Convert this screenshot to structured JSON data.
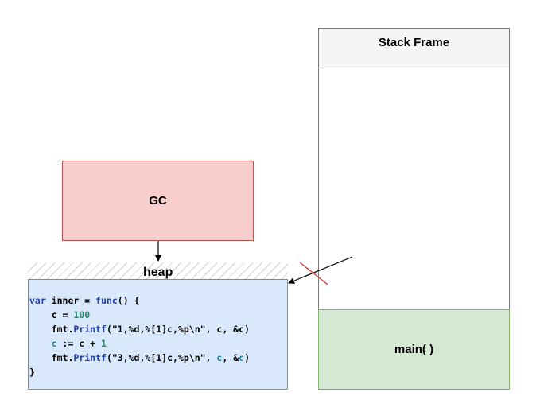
{
  "stack_frame": {
    "title": "Stack Frame"
  },
  "main_box": {
    "label": "main( )"
  },
  "gc_box": {
    "label": "GC"
  },
  "heap": {
    "label": "heap"
  },
  "code": {
    "lines": [
      [
        {
          "t": "var",
          "c": "kw"
        },
        {
          "t": " inner = ",
          "c": ""
        },
        {
          "t": "func",
          "c": "kw"
        },
        {
          "t": "() {",
          "c": ""
        }
      ],
      [
        {
          "t": "    c = ",
          "c": ""
        },
        {
          "t": "100",
          "c": "num"
        }
      ],
      [
        {
          "t": "    fmt.",
          "c": ""
        },
        {
          "t": "Printf",
          "c": "fn"
        },
        {
          "t": "(\"1,%d,%[1]c,%p\\n\", c, &c)",
          "c": ""
        }
      ],
      [
        {
          "t": "    c",
          "c": "var"
        },
        {
          "t": " := c + ",
          "c": ""
        },
        {
          "t": "1",
          "c": "num"
        }
      ],
      [
        {
          "t": "    fmt.",
          "c": ""
        },
        {
          "t": "Printf",
          "c": "fn"
        },
        {
          "t": "(\"3,%d,%[1]c,%p\\n\", ",
          "c": ""
        },
        {
          "t": "c",
          "c": "var"
        },
        {
          "t": ", &",
          "c": ""
        },
        {
          "t": "c",
          "c": "var"
        },
        {
          "t": ")",
          "c": ""
        }
      ],
      [
        {
          "t": "}",
          "c": ""
        }
      ]
    ]
  },
  "colors": {
    "gc_fill": "#f8cecc",
    "gc_stroke": "#b85450",
    "main_fill": "#d5e8d4",
    "main_stroke": "#82b366",
    "code_fill": "#dae8fc",
    "code_stroke": "#6c8ebf",
    "cross_mark": "#e03030"
  }
}
